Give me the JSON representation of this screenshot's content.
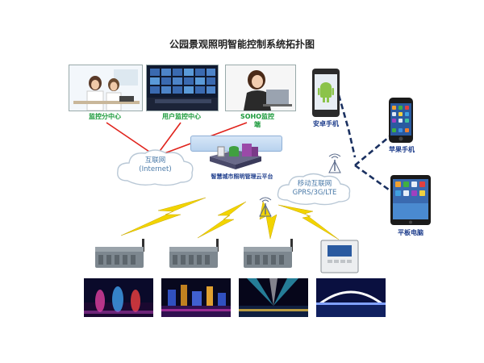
{
  "title": "公园景观照明智能控制系统拓扑图",
  "centers": [
    {
      "label": "监控分中心",
      "icon": "monitoring-branch-photo"
    },
    {
      "label": "用户监控中心",
      "icon": "control-room-photo"
    },
    {
      "label": "SOHO监控\n端",
      "icon": "soho-photo"
    }
  ],
  "clouds": {
    "internet": {
      "line1": "互联网",
      "line2": "(Internet)"
    },
    "mobile": {
      "line1": "移动互联网",
      "line2": "GPRS/3G/LTE"
    }
  },
  "platform_label": "智慧城市照明管理云平台",
  "devices": [
    {
      "label": "安卓手机",
      "icon": "android-phone-icon"
    },
    {
      "label": "苹果手机",
      "icon": "iphone-icon"
    },
    {
      "label": "平板电脑",
      "icon": "tablet-icon"
    }
  ],
  "colors": {
    "red_link": "#e0231c",
    "dashed_link": "#1a3060",
    "lightning": "#f2d400",
    "green_caption": "#1a9a3a"
  }
}
